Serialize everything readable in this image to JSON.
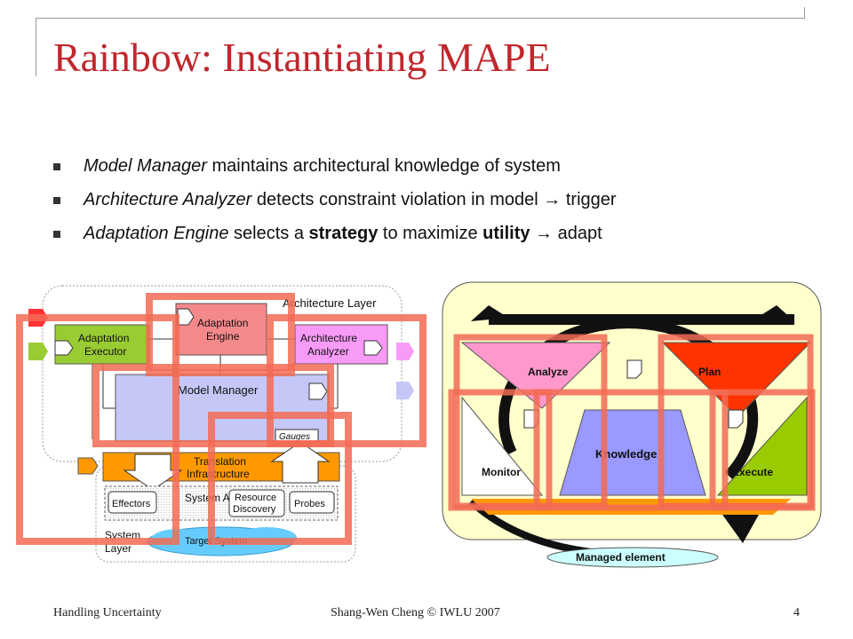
{
  "title": "Rainbow: Instantiating MAPE",
  "bullets": [
    {
      "italic": "Model Manager",
      "rest": " maintains architectural knowledge of system"
    },
    {
      "italic": "Architecture Analyzer",
      "rest": " detects constraint violation in model ",
      "arrow": "→",
      "tail": " trigger"
    },
    {
      "italic": "Adaptation Engine",
      "pre": " selects a ",
      "bold1": "strategy",
      "mid": " to maximize ",
      "bold2": "utility",
      "arrow": "→",
      "tail": " adapt"
    }
  ],
  "rainbow": {
    "architecture_layer": "Architecture Layer",
    "adaptation_engine": [
      "Adaptation",
      "Engine"
    ],
    "adaptation_executor": [
      "Adaptation",
      "Executor"
    ],
    "architecture_analyzer": [
      "Architecture",
      "Analyzer"
    ],
    "model_manager": "Model Manager",
    "gauges": "Gauges",
    "translation_infrastructure": [
      "Translation",
      "Infrastructure"
    ],
    "system_api": "System API",
    "effectors": "Effectors",
    "resource_discovery": [
      "Resource",
      "Discovery"
    ],
    "probes": "Probes",
    "system_layer": [
      "System",
      "Layer"
    ],
    "target_system": "Target System"
  },
  "mape": {
    "analyze": "Analyze",
    "plan": "Plan",
    "monitor": "Monitor",
    "execute": "Execute",
    "knowledge": "Knowledge",
    "managed_element": "Managed element"
  },
  "footer": {
    "left": "Handling Uncertainty",
    "center": "Shang-Wen Cheng © IWLU 2007",
    "page": "4"
  },
  "colors": {
    "title": "#c0272d",
    "highlight": "#f26b55",
    "adaptation_engine": "#f4898b",
    "adaptation_executor": "#99cc33",
    "architecture_analyzer": "#f79bf7",
    "model_manager": "#c5c7f7",
    "translation": "#ff9900",
    "analyze": "#ff99cc",
    "plan": "#ff3300",
    "execute": "#99cc00",
    "knowledge": "#9999ff",
    "background_panel": "#ffffcc"
  }
}
